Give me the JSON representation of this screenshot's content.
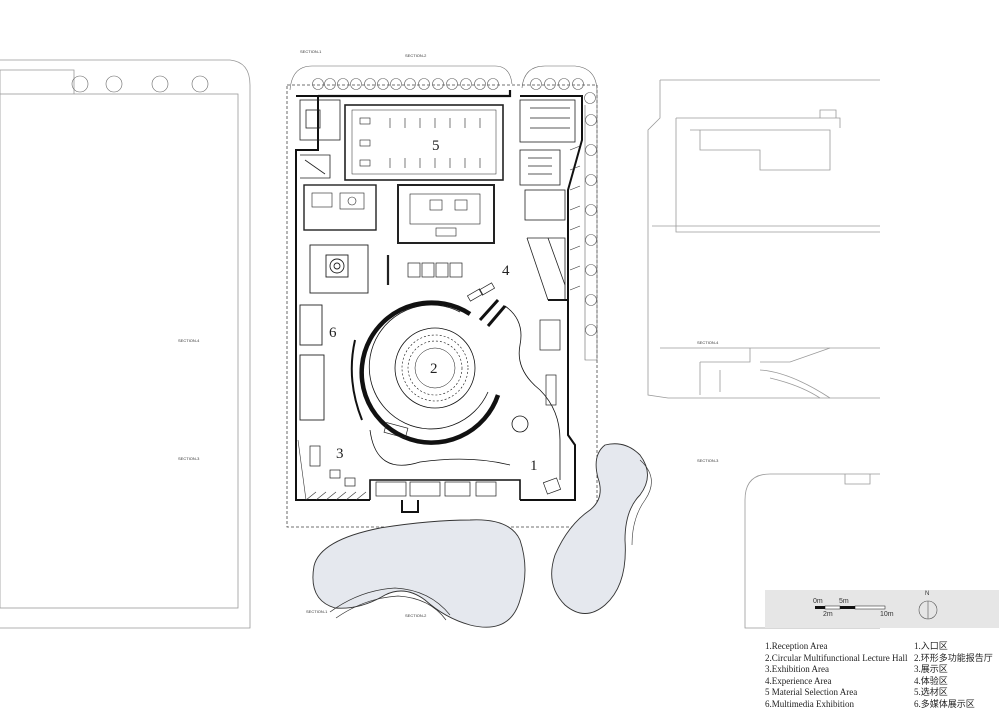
{
  "numbers": [
    "1",
    "2",
    "3",
    "4",
    "5",
    "6"
  ],
  "section_labels": {
    "s1": "SECTION-1",
    "s2": "SECTION-2",
    "s3": "SECTION-3",
    "s4": "SECTION-4"
  },
  "scale": {
    "m0": "0m",
    "m2": "2m",
    "m5": "5m",
    "m10": "10m"
  },
  "north_label": "N",
  "legend_en": [
    "1.Reception Area",
    "2.Circular Multifunctional Lecture Hall",
    "3.Exhibition Area",
    "4.Experience Area",
    "5 Material Selection Area",
    "6.Multimedia Exhibition"
  ],
  "legend_zh": [
    "1.入口区",
    "2.环形多功能报告厅",
    "3.展示区",
    "4.体验区",
    "5.选材区",
    "6.多媒体展示区"
  ]
}
